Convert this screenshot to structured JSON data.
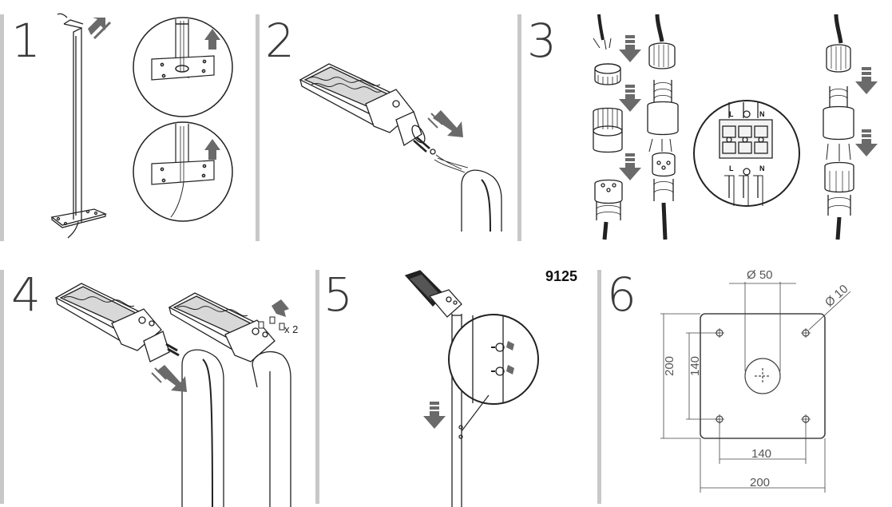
{
  "steps": [
    "1",
    "2",
    "3",
    "4",
    "5",
    "6"
  ],
  "product_code": "9125",
  "step3_terminals": {
    "top": [
      "L",
      "N"
    ],
    "bottom": [
      "L",
      "N"
    ]
  },
  "step4_quantity": "x 2",
  "step6": {
    "hole_diameter": "Ø 50",
    "screw_diameter": "Ø 10",
    "outer_height": "200",
    "inner_height": "140",
    "inner_width": "140",
    "outer_width": "200"
  },
  "colors": {
    "divider": "#c8c8c8",
    "arrow": "#6a6a6a",
    "line": "#222222"
  }
}
